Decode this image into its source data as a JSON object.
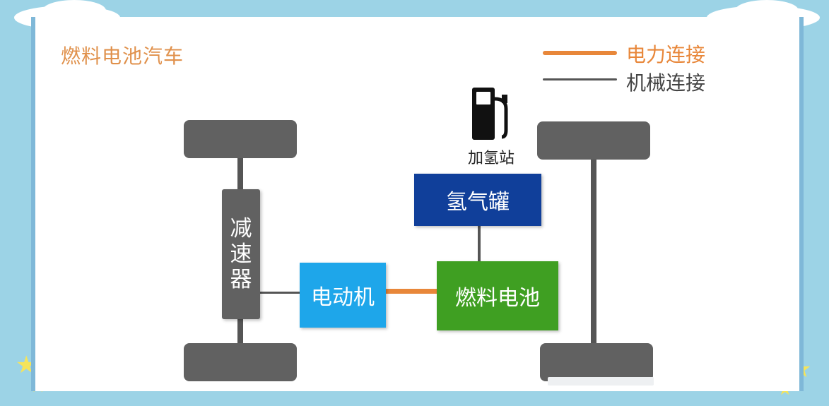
{
  "title": "燃料电池汽车",
  "legend": [
    {
      "label": "电力连接",
      "color": "#e8873a"
    },
    {
      "label": "机械连接",
      "color": "#555555"
    }
  ],
  "components": {
    "reducer_chars": [
      "减",
      "速",
      "器"
    ],
    "motor": "电动机",
    "fuel_cell": "燃料电池",
    "hydrogen_tank": "氢气罐",
    "hydrogen_station": "加氢站"
  },
  "colors": {
    "background": "#9cd3e6",
    "motor": "#1ea6ea",
    "fuel_cell": "#3f9f22",
    "hydrogen_tank": "#103f9a",
    "reducer": "#616161",
    "wheel": "#616161"
  },
  "icons": {
    "station": "fuel-pump-icon"
  }
}
